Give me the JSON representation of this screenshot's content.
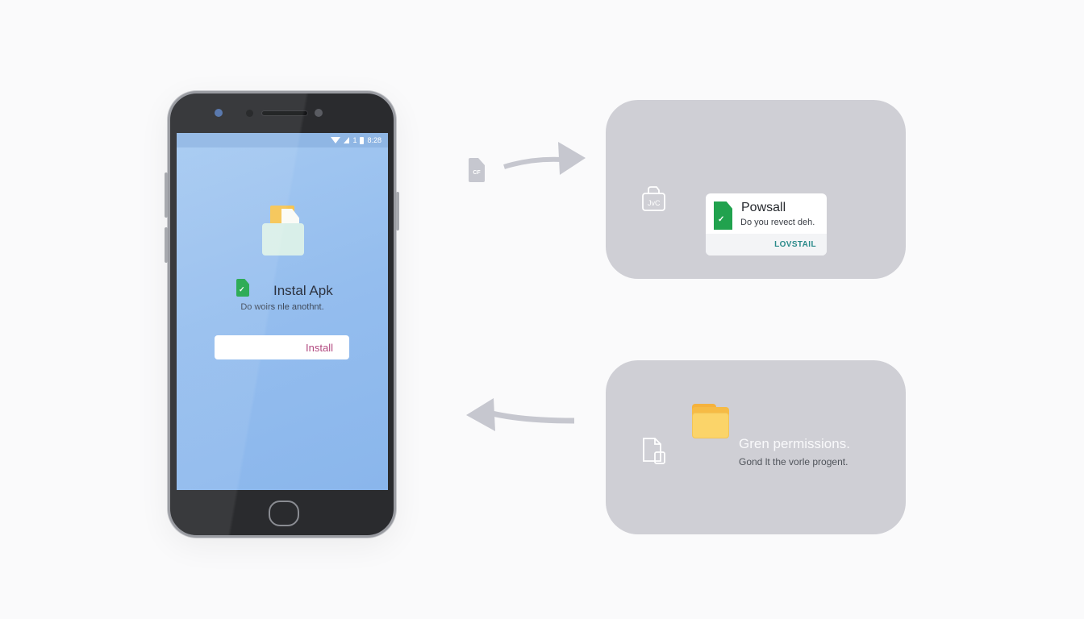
{
  "phone": {
    "status_bar": {
      "wifi_icon": "wifi-icon",
      "signal_icon": "cell-signal-icon",
      "sim_indicator": "1",
      "battery_icon": "battery-icon",
      "time": "8:28"
    },
    "screen": {
      "illustration_icon": "folder-document-icon",
      "apk_icon": "apk-file-icon",
      "title": "Instal Apk",
      "subtitle": "Do woirs nle anothnt.",
      "install_button": "Install"
    },
    "home_button_icon": "home-button"
  },
  "arrows": {
    "top": {
      "direction": "right",
      "file_icon_label": "CF"
    },
    "bottom": {
      "direction": "left"
    }
  },
  "panel_top": {
    "outline_icon": "apk-package-icon",
    "outline_icon_label": "JvC",
    "dialog": {
      "icon": "apk-file-icon",
      "title": "Powsall",
      "subtitle": "Do you revect deh.",
      "action": "LOVSTAIL"
    }
  },
  "panel_bottom": {
    "outline_icon": "document-copy-icon",
    "folder_icon": "folder-icon",
    "title": "Gren permissions.",
    "subtitle": "Gond lt the vorle progent."
  },
  "colors": {
    "background": "#fafafb",
    "phone_frame": "#2a2b2e",
    "screen_blue": "#94bdee",
    "panel_gray": "#cfcfd5",
    "apk_green": "#21a24e",
    "install_pink": "#b24a80",
    "dialog_action_teal": "#2a8a8a",
    "folder_yellow": "#fbd469",
    "arrow_gray": "#c6c7cf"
  }
}
